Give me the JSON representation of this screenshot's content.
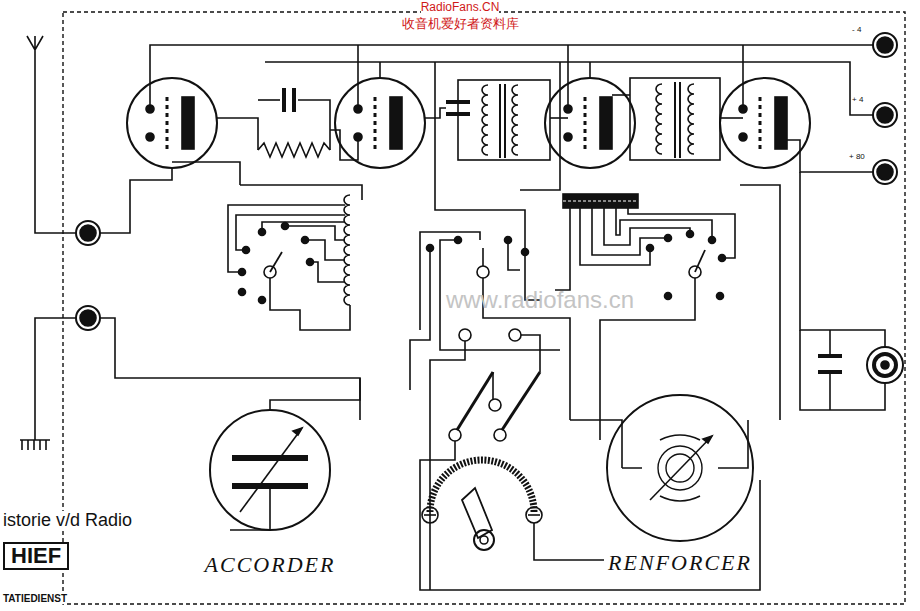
{
  "diagram": {
    "nodes": [
      {
        "text": [
          "ACCORDER"
        ]
      },
      {
        "text": [
          "RENFORCER"
        ]
      }
    ],
    "labels": [
      "RadioFans.CN",
      "收音机爱好者资料库",
      "www.radiofans.cn",
      "- 4",
      "+ 4",
      "+ 80",
      "istorie v/d Radio",
      "HIEF",
      "TATIEDIENST"
    ]
  }
}
